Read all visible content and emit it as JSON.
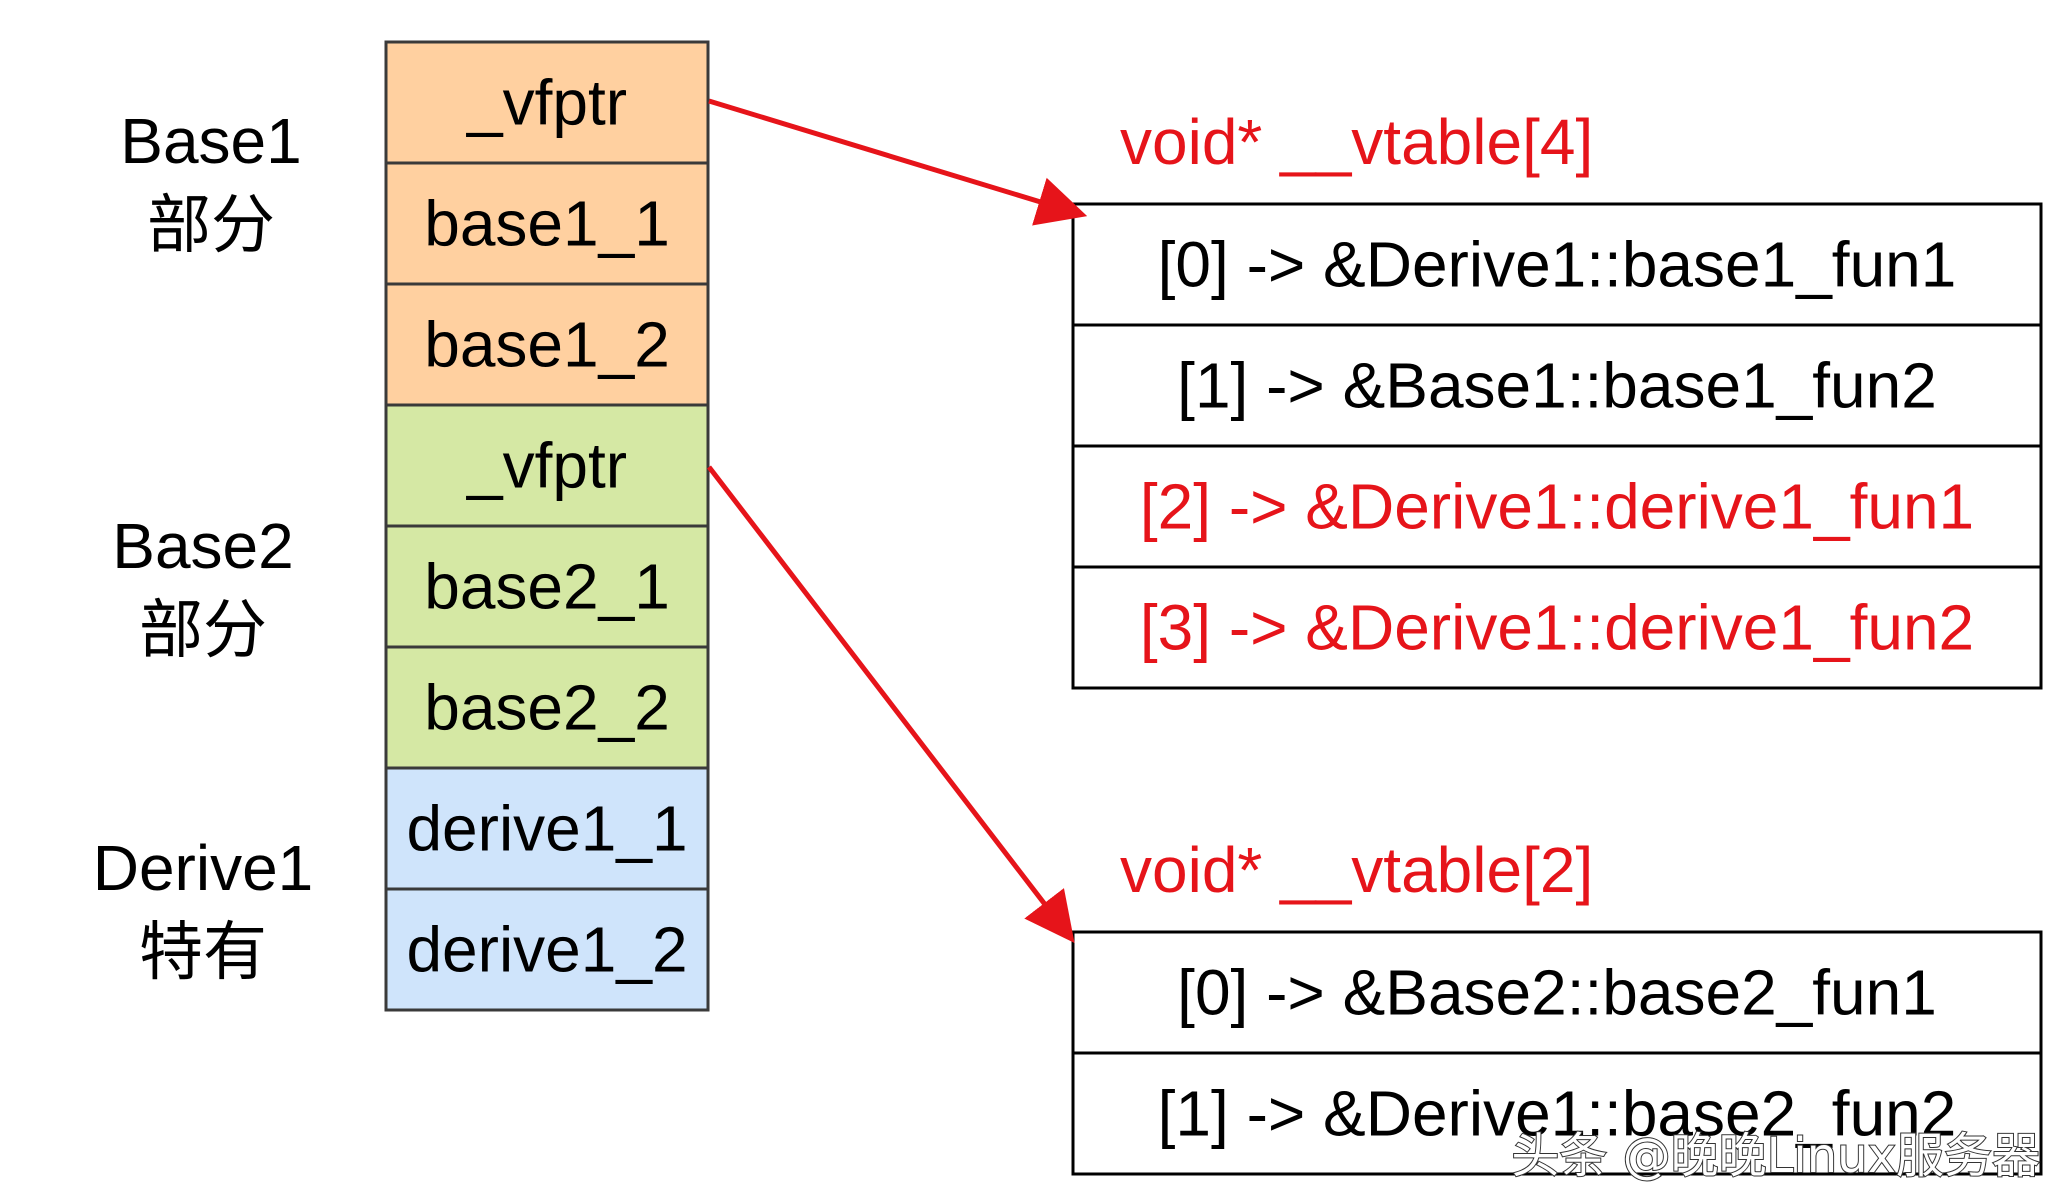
{
  "colors": {
    "base1": "#ffd0a0",
    "base2": "#d5e8a4",
    "derive1": "#cfe4fb",
    "border": "#3a3a3a",
    "highlight": "#e6141a",
    "text": "#000000"
  },
  "layout_cells": [
    {
      "text": "_vfptr",
      "group": "base1"
    },
    {
      "text": "base1_1",
      "group": "base1"
    },
    {
      "text": "base1_2",
      "group": "base1"
    },
    {
      "text": "_vfptr",
      "group": "base2"
    },
    {
      "text": "base2_1",
      "group": "base2"
    },
    {
      "text": "base2_2",
      "group": "base2"
    },
    {
      "text": "derive1_1",
      "group": "derive1"
    },
    {
      "text": "derive1_2",
      "group": "derive1"
    }
  ],
  "side_labels": {
    "base1": {
      "line1": "Base1",
      "line2": "部分"
    },
    "base2": {
      "line1": "Base2",
      "line2": "部分"
    },
    "derive1": {
      "line1": "Derive1",
      "line2": "特有"
    }
  },
  "vtable1": {
    "title": "void* __vtable[4]",
    "rows": [
      {
        "text": "[0] -> &Derive1::base1_fun1",
        "highlight": false
      },
      {
        "text": "[1] -> &Base1::base1_fun2",
        "highlight": false
      },
      {
        "text": "[2] -> &Derive1::derive1_fun1",
        "highlight": true
      },
      {
        "text": "[3] -> &Derive1::derive1_fun2",
        "highlight": true
      }
    ]
  },
  "vtable2": {
    "title": "void* __vtable[2]",
    "rows": [
      {
        "text": "[0] -> &Base2::base2_fun1",
        "highlight": false
      },
      {
        "text": "[1] -> &Derive1::base2_fun2",
        "highlight": false
      }
    ]
  },
  "watermark": "头条 @晚晚Linux服务器"
}
